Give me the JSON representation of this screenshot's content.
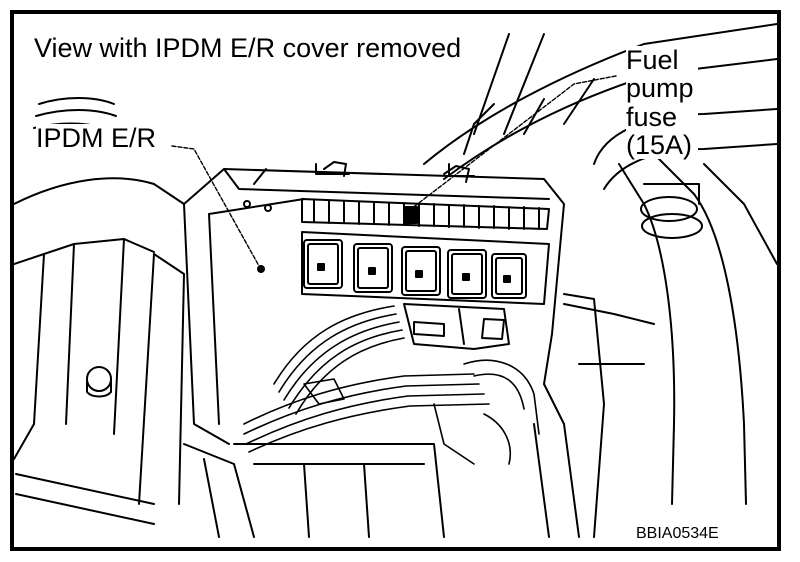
{
  "labels": {
    "title": "View with IPDM E/R cover removed",
    "ipdm": "IPDM E/R",
    "fuse_line1": "Fuel",
    "fuse_line2": "pump",
    "fuse_line3": "fuse",
    "fuse_line4": "(15A)",
    "figure_code": "BBIA0534E"
  }
}
